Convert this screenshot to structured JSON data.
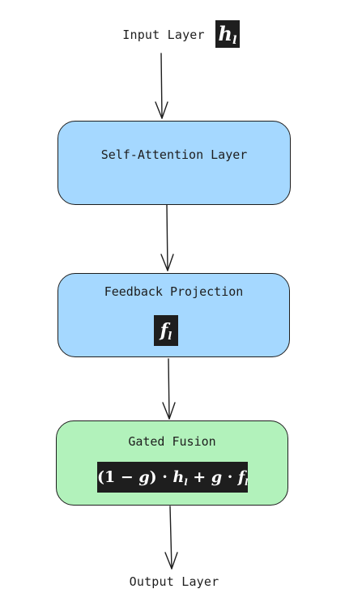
{
  "input": {
    "label": "Input Layer",
    "symbol_base": "h",
    "symbol_sub": "l"
  },
  "nodes": {
    "self_attention": {
      "title": "Self-Attention Layer",
      "fill": "#a5d8ff"
    },
    "feedback": {
      "title": "Feedback Projection",
      "fill": "#a5d8ff",
      "symbol_base": "f",
      "symbol_sub": "l"
    },
    "gated_fusion": {
      "title": "Gated Fusion",
      "fill": "#b2f2bb",
      "formula": {
        "open": "(1 − ",
        "g1": "g",
        "close": ") · ",
        "h": "h",
        "h_sub": "l",
        "plus": " + ",
        "g2": "g",
        "dot": " · ",
        "f": "f",
        "f_sub": "l"
      }
    }
  },
  "output": {
    "label": "Output Layer"
  },
  "colors": {
    "stroke": "#1e1e1e",
    "blue": "#a5d8ff",
    "green": "#b2f2bb",
    "chip": "#1e1e1e"
  }
}
